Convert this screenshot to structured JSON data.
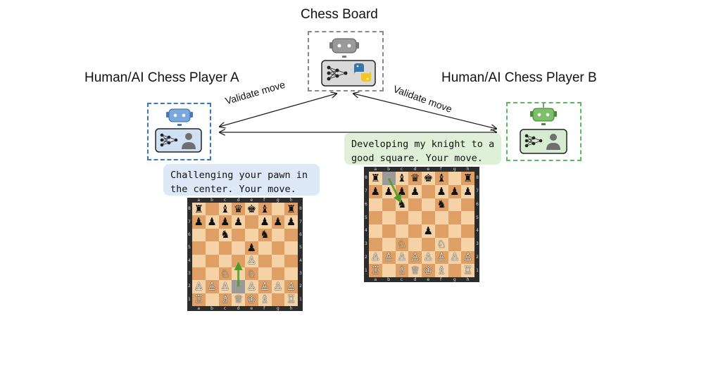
{
  "board_label": "Chess Board",
  "player_a_label": "Human/AI Chess Player A",
  "player_b_label": "Human/AI Chess Player B",
  "edge_a": "Validate move",
  "edge_b": "Validate move",
  "bubble_a": {
    "line1": "Challenging your pawn in",
    "line2": "the center. Your move."
  },
  "bubble_b": {
    "line1": "Developing my knight to a",
    "line2": "good square. Your move."
  },
  "colors": {
    "blue": "#3b78c4",
    "green": "#5cb85c",
    "gray": "#8a8a8a",
    "bubble_a_bg": "#dde9f6",
    "bubble_b_bg": "#dff0d8"
  },
  "files": [
    "a",
    "b",
    "c",
    "d",
    "e",
    "f",
    "g",
    "h"
  ],
  "ranks": [
    "8",
    "7",
    "6",
    "5",
    "4",
    "3",
    "2",
    "1"
  ],
  "board_a": {
    "rows": [
      "r.bqkb.r",
      "pppp.ppp",
      "..n..n..",
      "....p...",
      "....P...",
      "..N.N...",
      "PPP.PPPP",
      "R.BQKB.R"
    ],
    "highlight": [
      "d2"
    ],
    "arrow": {
      "from": "d2",
      "to": "d4",
      "color": "#4c9a2a"
    }
  },
  "board_b": {
    "rows": [
      "r.bqkb.r",
      "pppp.ppp",
      "..n..n..",
      "........",
      "....p...",
      "..N..N..",
      "PPPPPPPP",
      "R.BQKB.R"
    ],
    "highlight": [
      "b8"
    ],
    "arrow": {
      "from": "b8",
      "to": "c6",
      "color": "#4c9a2a"
    }
  }
}
